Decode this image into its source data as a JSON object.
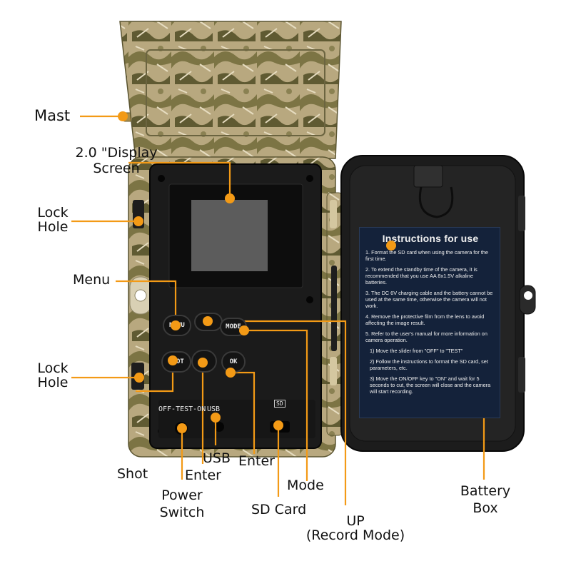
{
  "labels": {
    "mast": "Mast",
    "display_line1": "2.0 \"Display",
    "display_line2": "Screen",
    "lock_hole_line1": "Lock",
    "lock_hole_line2": "Hole",
    "menu": "Menu",
    "shot": "Shot",
    "power_line1": "Power",
    "power_line2": "Switch",
    "enter": "Enter",
    "usb": "USB",
    "sd_card": "SD Card",
    "mode": "Mode",
    "up_line1": "UP",
    "up_line2": "(Record Mode)",
    "battery_line1": "Battery",
    "battery_line2": "Box"
  },
  "device": {
    "buttons": {
      "menu": "MENU",
      "mode": "MODE",
      "shot": "SHOT",
      "ok": "OK"
    },
    "silkscreen_switch": "OFF-TEST-ON",
    "silkscreen_usb": "USB",
    "silkscreen_sd": "SD"
  },
  "instructions": {
    "title": "Instructions for use",
    "items": [
      "1. Format the SD card when using the camera for the first time.",
      "2. To extend the standby time of the camera, it is recommended that you use AA 8x1.5V alkaline batteries.",
      "3. The DC 6V charging cable and the battery cannot be used at the same time, otherwise the camera will not work.",
      "4. Remove the protective film from the lens to avoid affecting the image result.",
      "5. Refer to the user's manual for more information on camera operation.",
      "1) Move the slider from \"OFF\" to \"TEST\"",
      "2) Follow the instructions to format the SD card, set parameters, etc.",
      "3) Move the ON/OFF key to \"ON\" and wait for 5 seconds to cut, the screen will close and the camera will start recording."
    ]
  },
  "colors": {
    "callout": "#f39a16",
    "camo_base": "#b7a77e",
    "camo_dark": "#5f5a32",
    "panel": "#1b1b1b",
    "instruction_card": "#14223a"
  }
}
